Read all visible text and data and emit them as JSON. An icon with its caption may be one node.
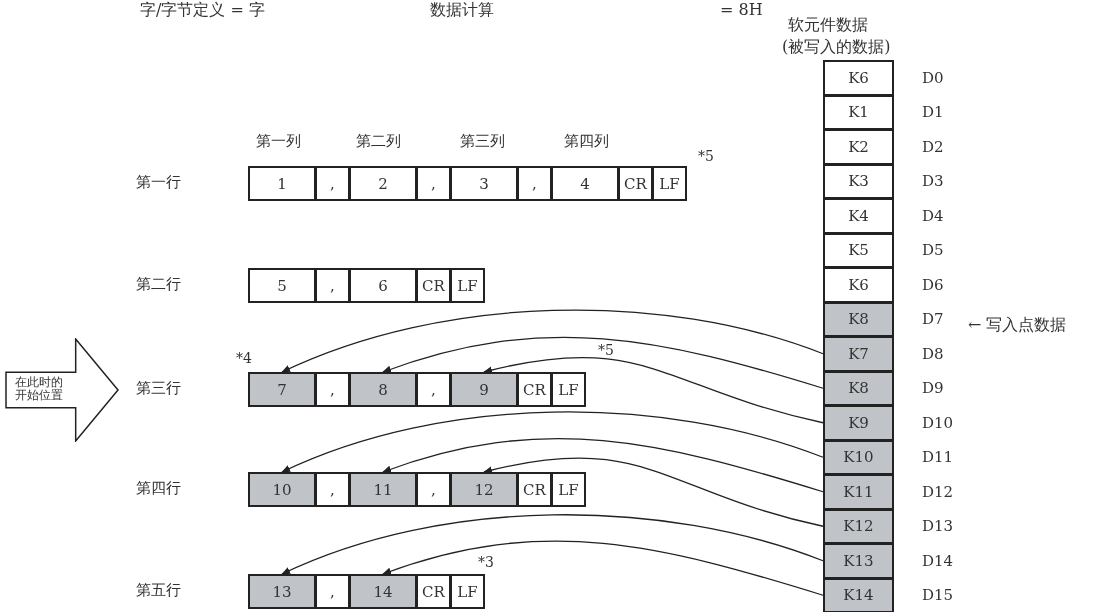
{
  "diagram": {
    "nodes": [
      {
        "text": [
          "在此时的开始位置"
        ]
      },
      {
        "text": [
          "1"
        ]
      },
      {
        "text": [
          ","
        ]
      },
      {
        "text": [
          "2"
        ]
      },
      {
        "text": [
          ","
        ]
      },
      {
        "text": [
          "3"
        ]
      },
      {
        "text": [
          ","
        ]
      },
      {
        "text": [
          "4"
        ]
      },
      {
        "text": [
          "CR"
        ]
      },
      {
        "text": [
          "LF"
        ]
      },
      {
        "text": [
          "5"
        ]
      },
      {
        "text": [
          ","
        ]
      },
      {
        "text": [
          "6"
        ]
      },
      {
        "text": [
          "CR"
        ]
      },
      {
        "text": [
          "LF"
        ]
      },
      {
        "text": [
          "7"
        ]
      },
      {
        "text": [
          ","
        ]
      },
      {
        "text": [
          "8"
        ]
      },
      {
        "text": [
          ","
        ]
      },
      {
        "text": [
          "9"
        ]
      },
      {
        "text": [
          "CR"
        ]
      },
      {
        "text": [
          "LF"
        ]
      },
      {
        "text": [
          "10"
        ]
      },
      {
        "text": [
          ","
        ]
      },
      {
        "text": [
          "11"
        ]
      },
      {
        "text": [
          ","
        ]
      },
      {
        "text": [
          "12"
        ]
      },
      {
        "text": [
          "CR"
        ]
      },
      {
        "text": [
          "LF"
        ]
      },
      {
        "text": [
          "13"
        ]
      },
      {
        "text": [
          ","
        ]
      },
      {
        "text": [
          "14"
        ]
      },
      {
        "text": [
          "CR"
        ]
      },
      {
        "text": [
          "LF"
        ]
      },
      {
        "text": [
          "K6"
        ],
        "beside": [
          "D0"
        ]
      },
      {
        "text": [
          "K1"
        ],
        "beside": [
          "D1"
        ]
      },
      {
        "text": [
          "K2"
        ],
        "beside": [
          "D2"
        ]
      },
      {
        "text": [
          "K3"
        ],
        "beside": [
          "D3"
        ]
      },
      {
        "text": [
          "K4"
        ],
        "beside": [
          "D4"
        ]
      },
      {
        "text": [
          "K5"
        ],
        "beside": [
          "D5"
        ]
      },
      {
        "text": [
          "K6"
        ],
        "beside": [
          "D6"
        ]
      },
      {
        "text": [
          "K8"
        ],
        "beside": [
          "D7"
        ]
      },
      {
        "text": [
          "K7"
        ],
        "beside": [
          "D8"
        ]
      },
      {
        "text": [
          "K8"
        ],
        "beside": [
          "D9"
        ]
      },
      {
        "text": [
          "K9"
        ],
        "beside": [
          "D10"
        ]
      },
      {
        "text": [
          "K10"
        ],
        "beside": [
          "D11"
        ]
      },
      {
        "text": [
          "K11"
        ],
        "beside": [
          "D12"
        ]
      },
      {
        "text": [
          "K12"
        ],
        "beside": [
          "D13"
        ]
      },
      {
        "text": [
          "K13"
        ],
        "beside": [
          "D14"
        ]
      },
      {
        "text": [
          "K14"
        ],
        "beside": [
          "D15"
        ]
      }
    ],
    "edges": [
      {
        "from": 42,
        "to": 15,
        "arrow": "to"
      },
      {
        "from": 43,
        "to": 17,
        "arrow": "to"
      },
      {
        "from": 44,
        "to": 19,
        "arrow": "to"
      },
      {
        "from": 45,
        "to": 22,
        "arrow": "to"
      },
      {
        "from": 46,
        "to": 24,
        "arrow": "to"
      },
      {
        "from": 47,
        "to": 26,
        "arrow": "to"
      },
      {
        "from": 48,
        "to": 29,
        "arrow": "to"
      },
      {
        "from": 49,
        "to": 31,
        "arrow": "to"
      }
    ],
    "labels": [
      "字/字节定义 = 字",
      "数据计算",
      "= 8H",
      "软元件数据",
      "(被写入的数据)",
      "第一列",
      "第二列",
      "第三列",
      "第四列",
      "*5",
      "第一行",
      "第二行",
      "← 写入点数据",
      "*4",
      "*5",
      "第三行",
      "第四行",
      "*3",
      "第五行"
    ]
  }
}
